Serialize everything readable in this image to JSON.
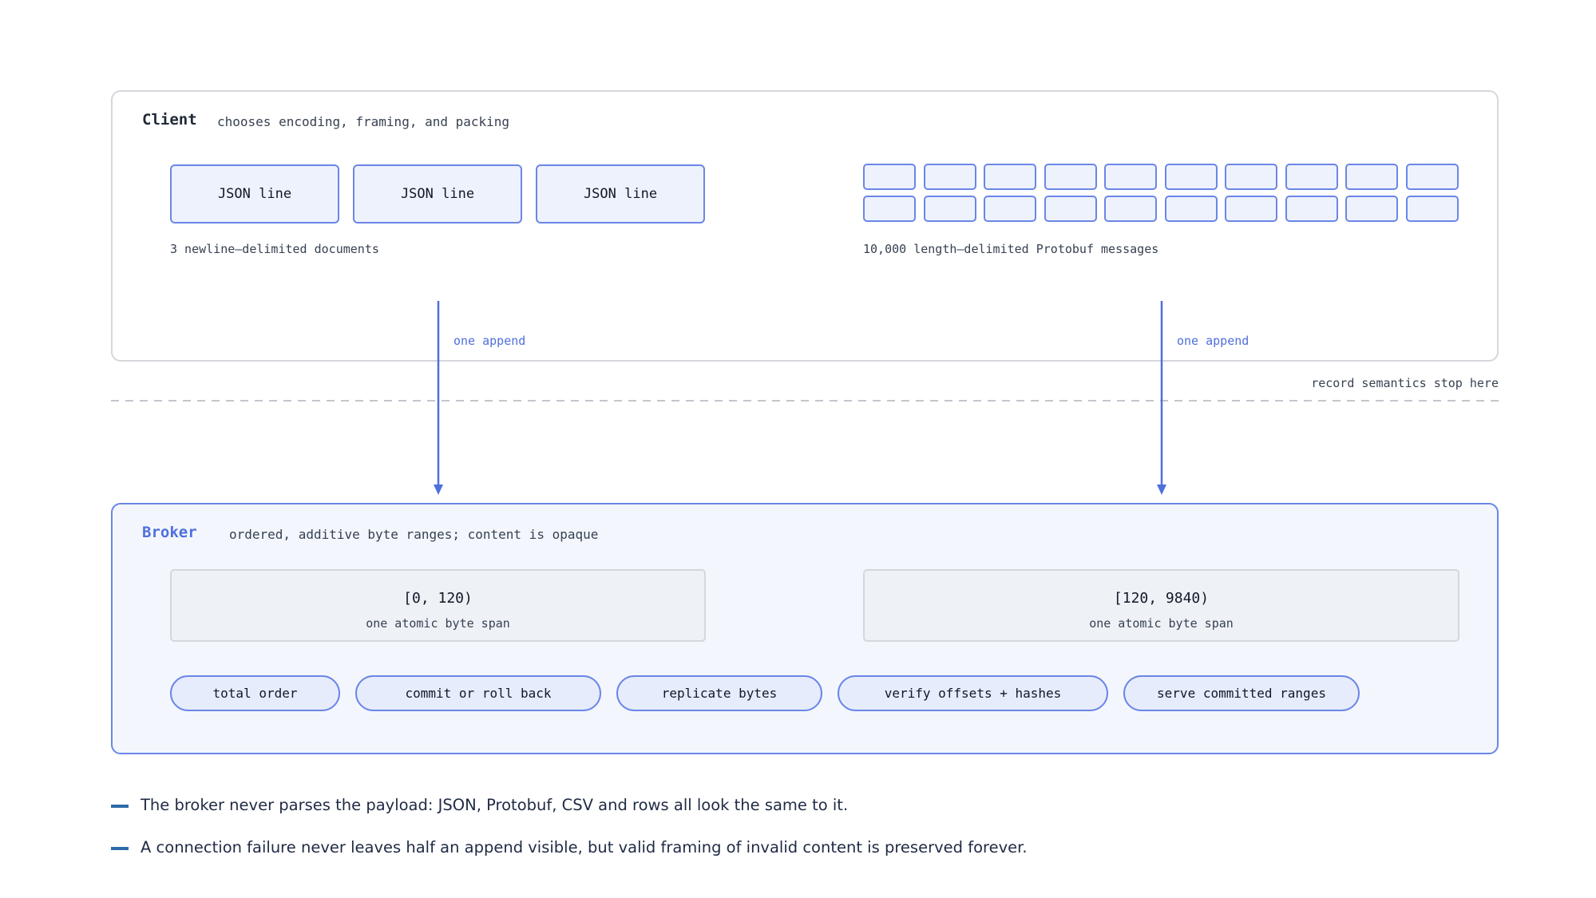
{
  "client": {
    "title": "Client",
    "subtitle": "chooses encoding, framing, and packing",
    "json_boxes": [
      "JSON line",
      "JSON line",
      "JSON line"
    ],
    "json_caption": "3 newline–delimited documents",
    "proto_caption": "10,000 length–delimited Protobuf messages",
    "append_left": "one append",
    "append_right": "one append"
  },
  "boundary": {
    "label": "record semantics stop here"
  },
  "broker": {
    "title": "Broker",
    "subtitle": "ordered, additive byte ranges; content is opaque",
    "spans": [
      {
        "range": "[0, 120)",
        "desc": "one atomic byte span"
      },
      {
        "range": "[120, 9840)",
        "desc": "one atomic byte span"
      }
    ],
    "pills": [
      "total order",
      "commit or roll back",
      "replicate bytes",
      "verify offsets + hashes",
      "serve committed ranges"
    ]
  },
  "notes": [
    "The broker never parses the payload: JSON, Protobuf, CSV and rows all look the same to it.",
    "A connection failure never leaves half an append visible, but valid framing of invalid content is preserved forever."
  ],
  "colors": {
    "accent": "#4f6fdc",
    "box_fill": "#eef2fc",
    "broker_fill": "#f3f6fd",
    "note_dash": "#2d6aa8"
  }
}
